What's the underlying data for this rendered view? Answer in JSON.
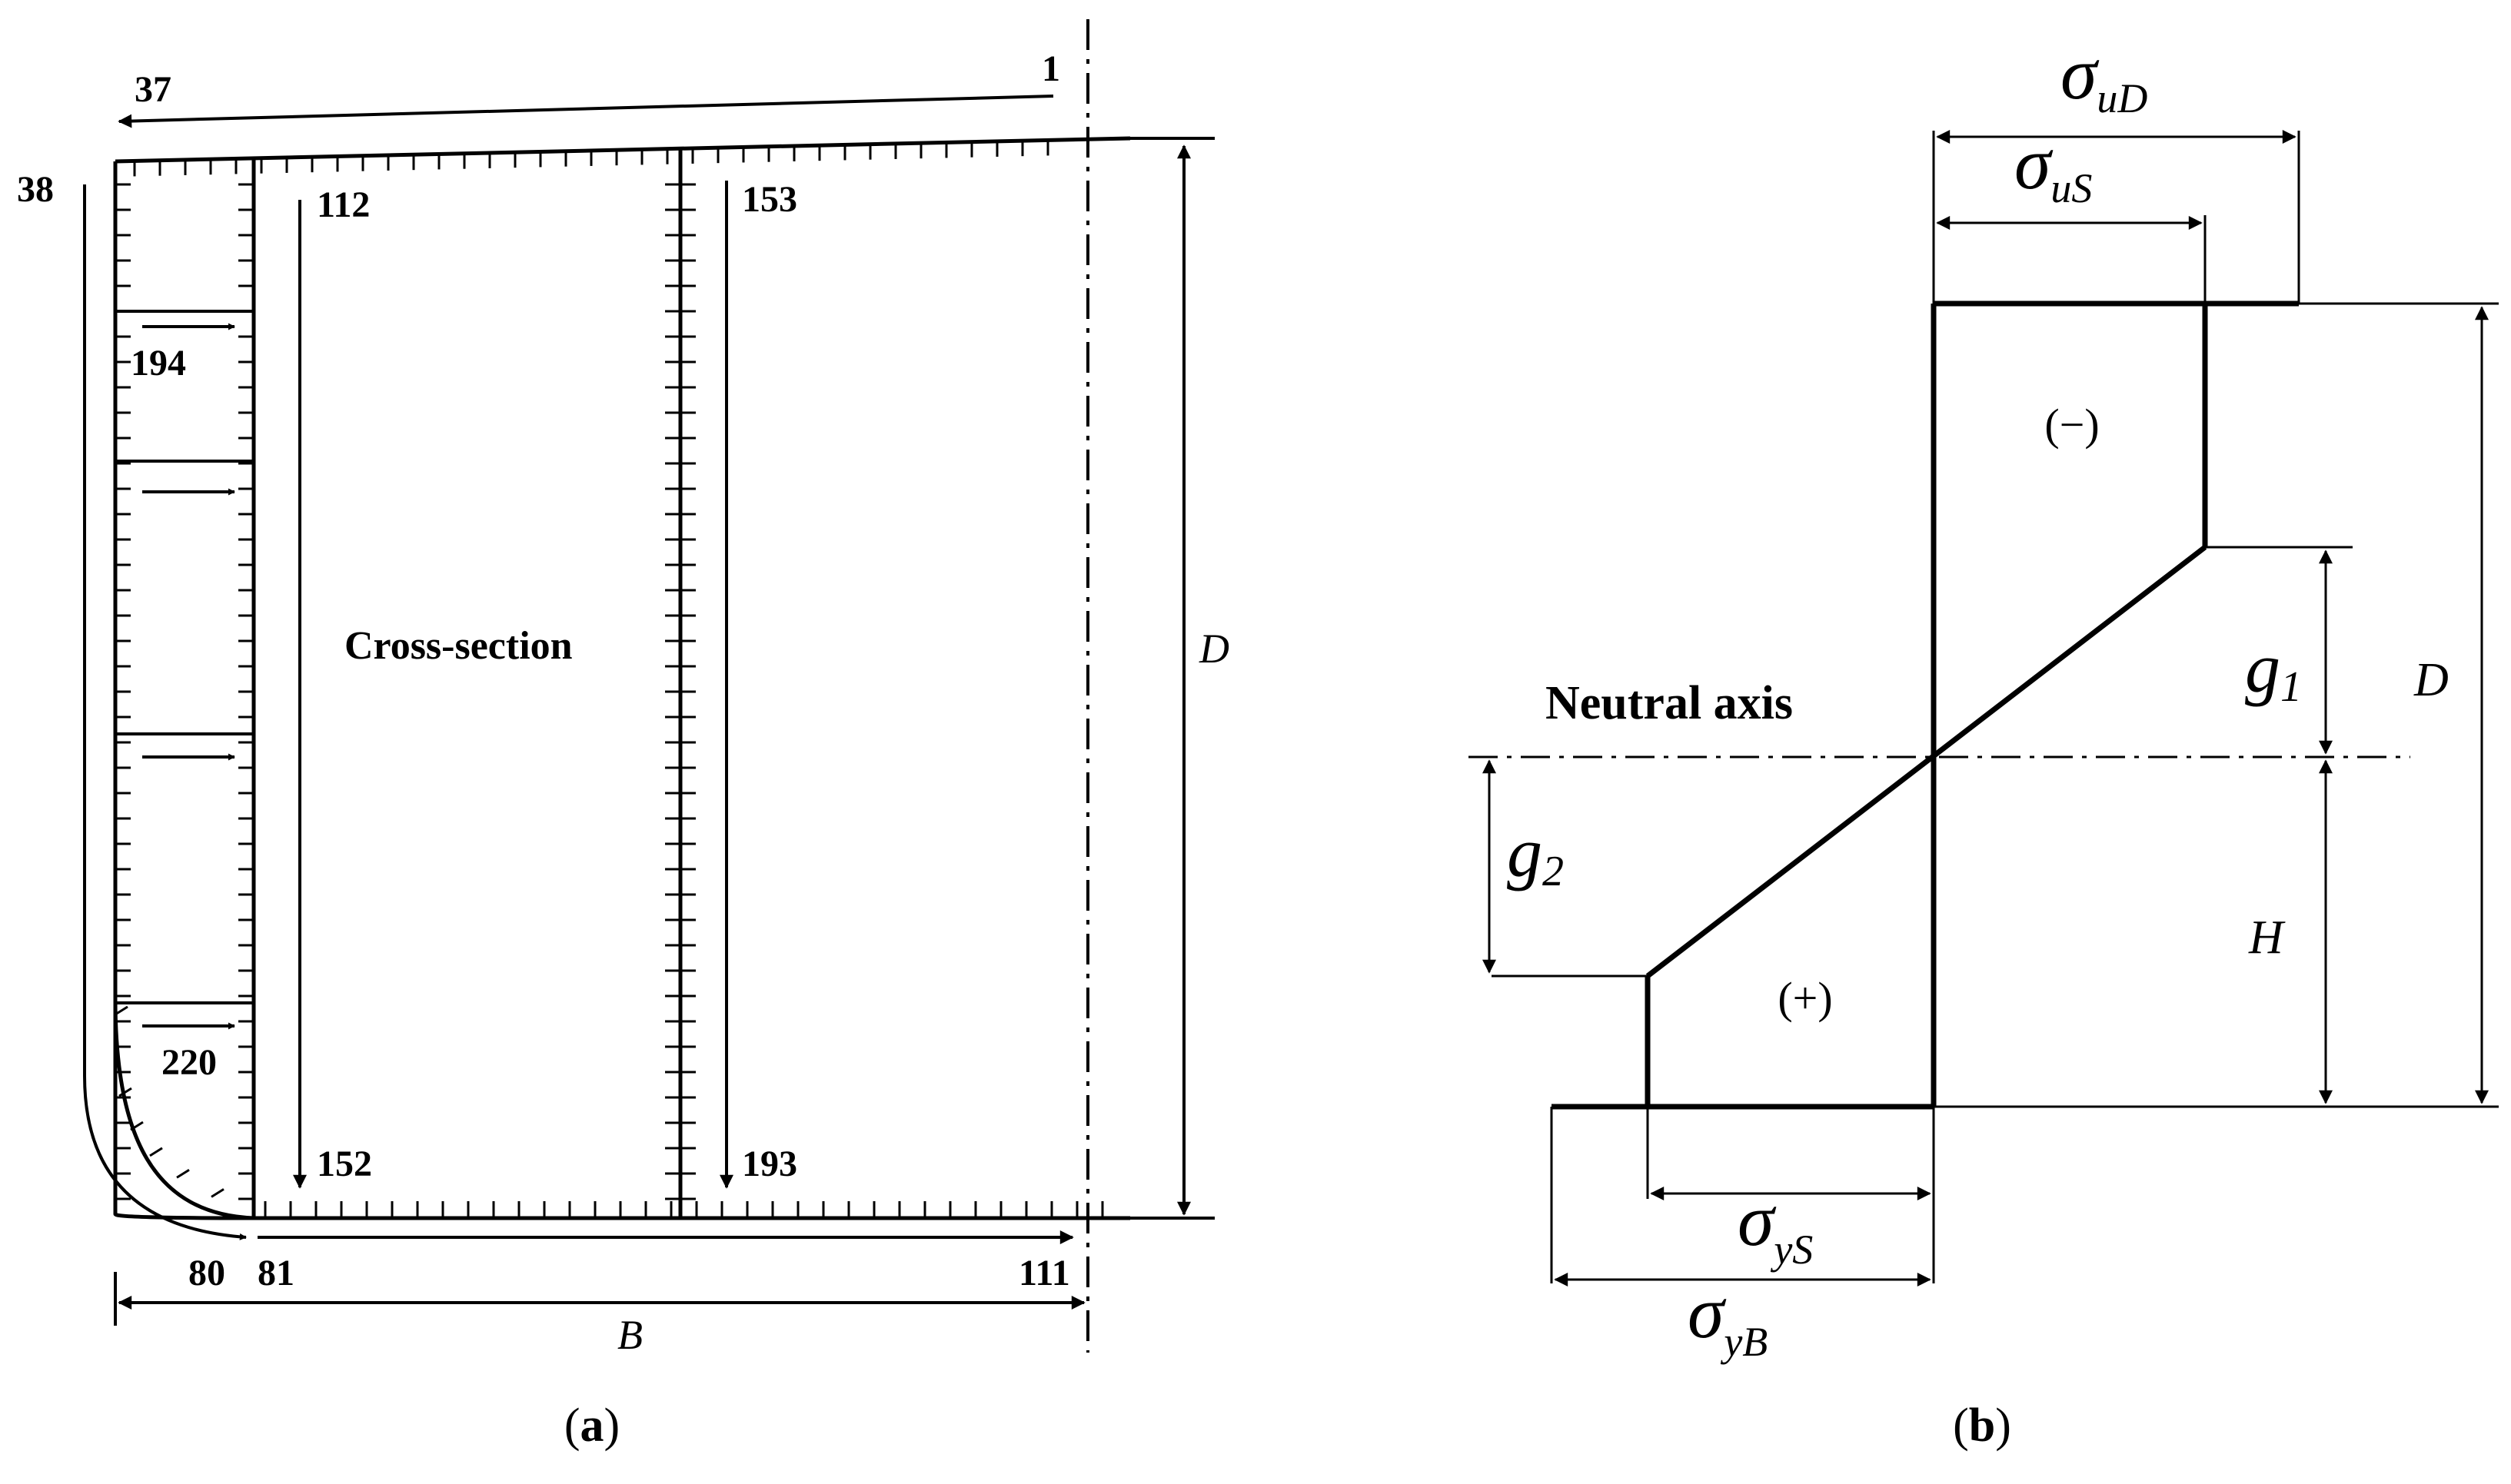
{
  "panel_a": {
    "caption_open": "(",
    "caption_letter": "a",
    "caption_close": ")",
    "cross_section_label": "Cross-section",
    "dim_D": "D",
    "dim_B": "B",
    "element_labels": {
      "n1": "1",
      "n37": "37",
      "n38": "38",
      "n80": "80",
      "n81": "81",
      "n111": "111",
      "n112": "112",
      "n152": "152",
      "n153": "153",
      "n193": "193",
      "n194": "194",
      "n220": "220"
    }
  },
  "panel_b": {
    "caption_open": "(",
    "caption_letter": "b",
    "caption_close": ")",
    "neutral_axis_label": "Neutral axis",
    "minus_sign": "(−)",
    "plus_sign": "(+)",
    "dim_D": "D",
    "dim_H": "H",
    "g1": {
      "base": "g",
      "sub": "1"
    },
    "g2": {
      "base": "g",
      "sub": "2"
    },
    "sigma_uD": {
      "base": "σ",
      "sub": "uD"
    },
    "sigma_uS": {
      "base": "σ",
      "sub": "uS"
    },
    "sigma_yS": {
      "base": "σ",
      "sub": "yS"
    },
    "sigma_yB": {
      "base": "σ",
      "sub": "yB"
    }
  },
  "colors": {
    "line": "#000000",
    "background": "#ffffff"
  }
}
